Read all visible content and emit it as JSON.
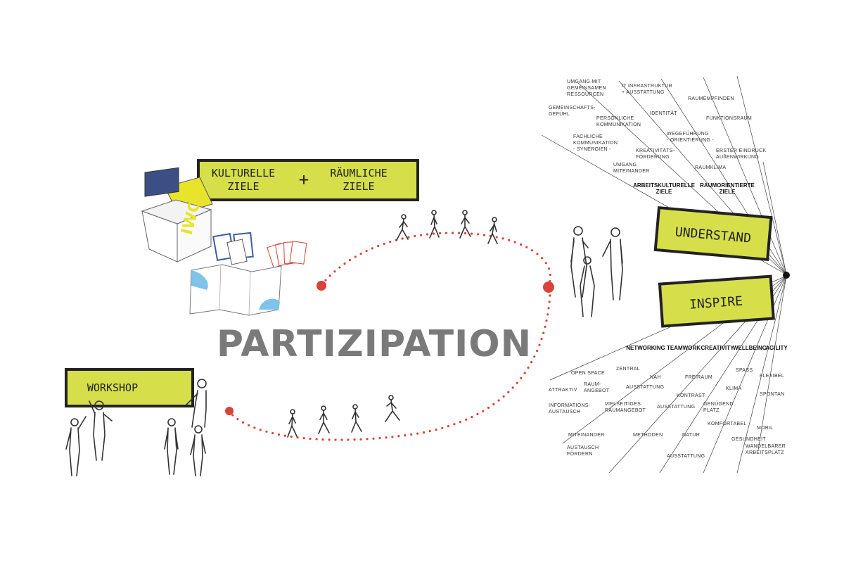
{
  "title": "PARTIZIPATION",
  "signs": {
    "goals_left": "KULTURELLE ZIELE",
    "plus": "+",
    "goals_right": "RÄUMLICHE ZIELE",
    "workshop": "WORKSHOP",
    "understand": "UNDERSTAND",
    "inspire": "INSPIRE"
  },
  "understand_labels": [
    {
      "id": "u1",
      "lines": [
        "UMGANG MIT",
        "GEMEINSAMEN",
        "RESSOURCEN"
      ]
    },
    {
      "id": "u2",
      "lines": [
        "IT INFRASTRUKTUR",
        "+ AUSSTATTUNG"
      ]
    },
    {
      "id": "u3",
      "lines": [
        "RAUMEMPFINDEN"
      ]
    },
    {
      "id": "u4",
      "lines": [
        "GEMEINSCHAFTS-",
        "GEFÜHL"
      ]
    },
    {
      "id": "u5",
      "lines": [
        "PERSÖNLICHE",
        "KOMMUNIKATION"
      ]
    },
    {
      "id": "u6",
      "lines": [
        "IDENTITÄT"
      ]
    },
    {
      "id": "u7",
      "lines": [
        "FUNKTIONSRAUM"
      ]
    },
    {
      "id": "u8",
      "lines": [
        "FACHLICHE",
        "KOMMUNIKATION",
        "- SYNERGIEN -"
      ]
    },
    {
      "id": "u9",
      "lines": [
        "WEGEFÜHRUNG",
        "- ORIENTIERUNG -"
      ]
    },
    {
      "id": "u10",
      "lines": [
        "KREATIVITÄTS-",
        "FÖRDERUNG"
      ]
    },
    {
      "id": "u11",
      "lines": [
        "ERSTER EINDRUCK",
        "AUßENWIRKUNG"
      ]
    },
    {
      "id": "u12",
      "lines": [
        "UMGANG",
        "MITEINANDER"
      ]
    },
    {
      "id": "u13",
      "lines": [
        "RAUMKLIMA"
      ]
    }
  ],
  "understand_headers": [
    {
      "id": "h1",
      "lines": [
        "ARBEITSKULTURELLE",
        "ZIELE"
      ]
    },
    {
      "id": "h2",
      "lines": [
        "RAUMORIENTIERTE",
        "ZIELE"
      ]
    }
  ],
  "inspire_headers": [
    "NETWORKING",
    "TEAMWORK",
    "CREATIVITY",
    "WELLBEING",
    "AGILITY"
  ],
  "inspire_labels": [
    {
      "id": "i1",
      "lines": [
        "OPEN SPACE"
      ]
    },
    {
      "id": "i2",
      "lines": [
        "ZENTRAL"
      ]
    },
    {
      "id": "i3",
      "lines": [
        "SPASS"
      ]
    },
    {
      "id": "i4",
      "lines": [
        "FLEXIBEL"
      ]
    },
    {
      "id": "i5",
      "lines": [
        "NAH"
      ]
    },
    {
      "id": "i6",
      "lines": [
        "FREIRAUM"
      ]
    },
    {
      "id": "i7",
      "lines": [
        "ATTRAKTIV"
      ]
    },
    {
      "id": "i8",
      "lines": [
        "RAUM-",
        "ANGEBOT"
      ]
    },
    {
      "id": "i9",
      "lines": [
        "AUSSTATTUNG"
      ]
    },
    {
      "id": "i10",
      "lines": [
        "KLIMA"
      ]
    },
    {
      "id": "i11",
      "lines": [
        "SPONTAN"
      ]
    },
    {
      "id": "i12",
      "lines": [
        "KONTRAST"
      ]
    },
    {
      "id": "i13",
      "lines": [
        "INFORMATIONS-",
        "AUSTAUSCH"
      ]
    },
    {
      "id": "i14",
      "lines": [
        "VIELSEITIGES",
        "RAUMANGEBOT"
      ]
    },
    {
      "id": "i15",
      "lines": [
        "AUSSTATTUNG"
      ]
    },
    {
      "id": "i16",
      "lines": [
        "GENÜGEND",
        "PLATZ"
      ]
    },
    {
      "id": "i17",
      "lines": [
        "KOMFORTABEL"
      ]
    },
    {
      "id": "i18",
      "lines": [
        "MOBIL"
      ]
    },
    {
      "id": "i19",
      "lines": [
        "MITEINANDER"
      ]
    },
    {
      "id": "i20",
      "lines": [
        "METHODEN"
      ]
    },
    {
      "id": "i21",
      "lines": [
        "NATUR"
      ]
    },
    {
      "id": "i22",
      "lines": [
        "GESUNDHEIT"
      ]
    },
    {
      "id": "i23",
      "lines": [
        "WANDELBARER",
        "ARBEITSPLATZ"
      ]
    },
    {
      "id": "i24",
      "lines": [
        "AUSTAUSCH",
        "FÖRDERN"
      ]
    },
    {
      "id": "i25",
      "lines": [
        "AUSSTATTUNG"
      ]
    }
  ],
  "colors": {
    "sign_fill": "#d6df4a",
    "dot_red": "#d9423a",
    "title_gray": "#7a7a7a",
    "blue_accent": "#7ec3ea"
  }
}
